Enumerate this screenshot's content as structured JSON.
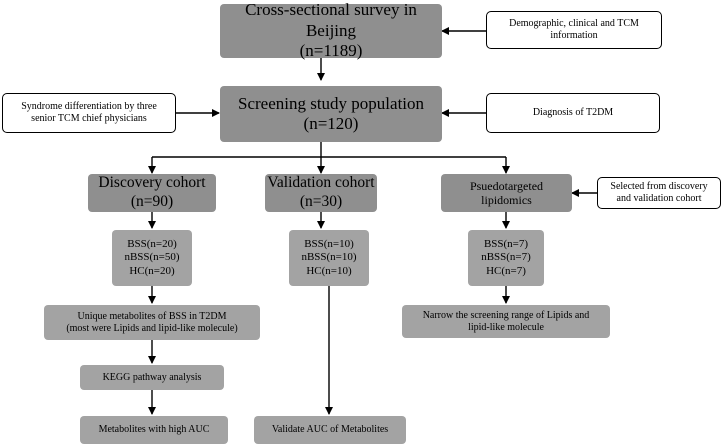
{
  "survey": {
    "title": "Cross-sectional survey in Beijing",
    "n": "(n=1189)"
  },
  "demographic_note": {
    "line1": "Demographic, clinical and TCM",
    "line2": "information"
  },
  "screening": {
    "title": "Screening study population",
    "n": "(n=120)"
  },
  "syndrome_note": {
    "line1": "Syndrome differentiation by three",
    "line2": "senior TCM chief physicians"
  },
  "diagnosis_note": {
    "text": "Diagnosis of T2DM"
  },
  "discovery": {
    "title": "Discovery cohort",
    "n": "(n=90)",
    "groups": [
      "BSS(n=20)",
      "nBSS(n=50)",
      "HC(n=20)"
    ]
  },
  "validation": {
    "title": "Validation cohort",
    "n": "(n=30)",
    "groups": [
      "BSS(n=10)",
      "nBSS(n=10)",
      "HC(n=10)"
    ]
  },
  "pseudo": {
    "line1": "Psuedotargeted",
    "line2": "lipidomics",
    "groups": [
      "BSS(n=7)",
      "nBSS(n=7)",
      "HC(n=7)"
    ]
  },
  "selected_note": {
    "line1": "Selected from discovery",
    "line2": "and validation cohort"
  },
  "unique_metabolites": {
    "line1": "Unique metabolites of BSS in T2DM",
    "line2": "(most were Lipids and lipid-like molecule)"
  },
  "kegg": {
    "text": "KEGG pathway analysis"
  },
  "high_auc": {
    "text": "Metabolites with high AUC"
  },
  "validate_auc": {
    "text": "Validate AUC of Metabolites"
  },
  "narrow": {
    "line1": "Narrow the screening range of Lipids and",
    "line2": "lipid-like molecule"
  }
}
